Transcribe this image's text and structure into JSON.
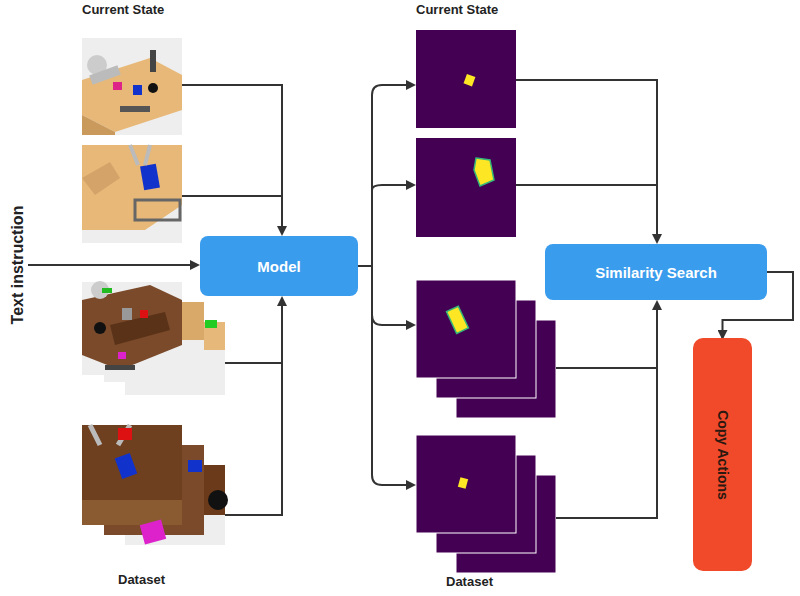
{
  "diagram": {
    "nodes": [
      {
        "text": [
          "Model"
        ]
      },
      {
        "text": [
          "Similarity Search"
        ]
      },
      {
        "text": [
          "Copy Actions"
        ]
      }
    ],
    "edges": [
      {
        "from": 1,
        "to": 2,
        "arrow": "to"
      }
    ],
    "labels": [
      "Current State",
      "Current State",
      "Dataset",
      "Dataset",
      "Text instruction"
    ]
  }
}
